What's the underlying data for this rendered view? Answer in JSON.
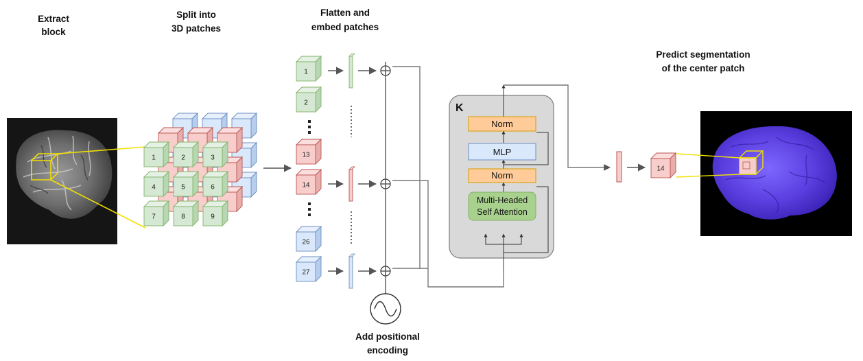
{
  "labels": {
    "extract_line1": "Extract",
    "extract_line2": "block",
    "split_line1": "Split into",
    "split_line2": "3D patches",
    "flatten_line1": "Flatten and",
    "flatten_line2": "embed patches",
    "predict_line1": "Predict segmentation",
    "predict_line2": "of the center patch",
    "posenc_line1": "Add positional",
    "posenc_line2": "encoding"
  },
  "grid_numbers": [
    "1",
    "2",
    "3",
    "4",
    "5",
    "6",
    "7",
    "8",
    "9"
  ],
  "sequence": [
    {
      "number": "1",
      "color": "green",
      "embedded": true
    },
    {
      "number": "2",
      "color": "green",
      "embedded": false
    },
    {
      "number": "13",
      "color": "red",
      "embedded": false
    },
    {
      "number": "14",
      "color": "red",
      "embedded": true
    },
    {
      "number": "26",
      "color": "blue",
      "embedded": false
    },
    {
      "number": "27",
      "color": "blue",
      "embedded": true
    }
  ],
  "transformer": {
    "repeat_label": "K",
    "blocks": [
      "Norm",
      "MLP",
      "Norm"
    ],
    "attention_line1": "Multi-Headed",
    "attention_line2": "Self Attention"
  },
  "output_patch": "14",
  "colors": {
    "green_face": "#d5e8d4",
    "green_top": "#e5f1e4",
    "green_side": "#b7d6b2",
    "green_stroke": "#82b366",
    "red_face": "#f8cecc",
    "red_top": "#fbdedd",
    "red_side": "#e9aeab",
    "red_stroke": "#b85450",
    "blue_face": "#dae8fc",
    "blue_top": "#e8f0fd",
    "blue_side": "#b6cdee",
    "blue_stroke": "#6c8ebf",
    "norm_fill": "#ffcc99",
    "norm_stroke": "#d79b00",
    "mlp_fill": "#dae8fc",
    "mlp_stroke": "#6c8ebf",
    "attention_fill": "#a9d18e",
    "attention_stroke": "#82b366",
    "panel_fill": "#d9d9d9",
    "panel_stroke": "#7f7f7f",
    "highlight": "#f0e000",
    "brain_blue": "#5b3fe0"
  }
}
